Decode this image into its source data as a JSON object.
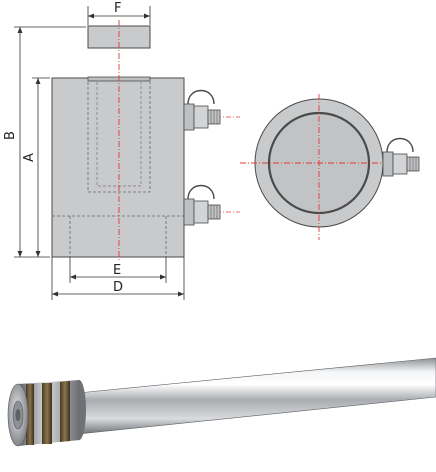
{
  "dimensions": {
    "F": "F",
    "B": "B",
    "A": "A",
    "E": "E",
    "D": "D"
  },
  "colors": {
    "body_fill": "#c9cacc",
    "body_stroke": "#4a4a4a",
    "centerline": "#e03a3a",
    "dim_line": "#333333",
    "chrome": "#b9bcc0"
  }
}
